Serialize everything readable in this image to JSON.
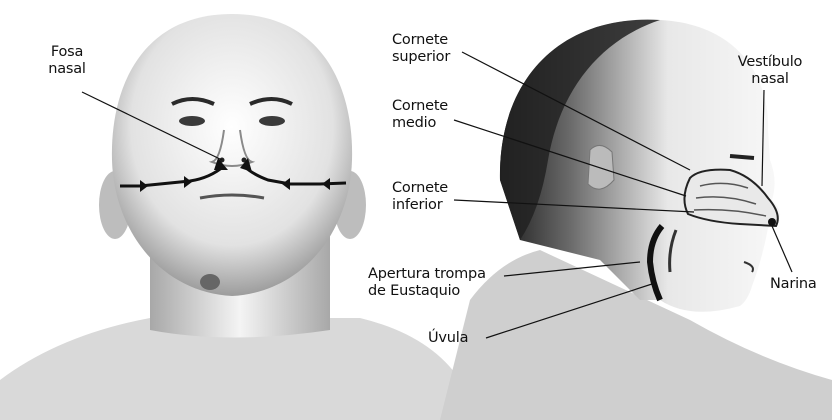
{
  "labels": {
    "fosa_nasal": [
      "Fosa",
      "nasal"
    ],
    "cornete_superior": [
      "Cornete",
      "superior"
    ],
    "cornete_medio": [
      "Cornete",
      "medio"
    ],
    "cornete_inferior": [
      "Cornete",
      "inferior"
    ],
    "apertura_trompa": [
      "Apertura trompa",
      "de Eustaquio"
    ],
    "uvula": [
      "Úvula"
    ],
    "vestibulo_nasal": [
      "Vestíbulo",
      "nasal"
    ],
    "narina": [
      "Narina"
    ]
  },
  "colors": {
    "ink": "#111111",
    "skin_light": "#f1f1f1",
    "skin_mid": "#c9c9c9",
    "hair": "#3a3a3a",
    "nasal_cavity": "#e6e6e6"
  }
}
